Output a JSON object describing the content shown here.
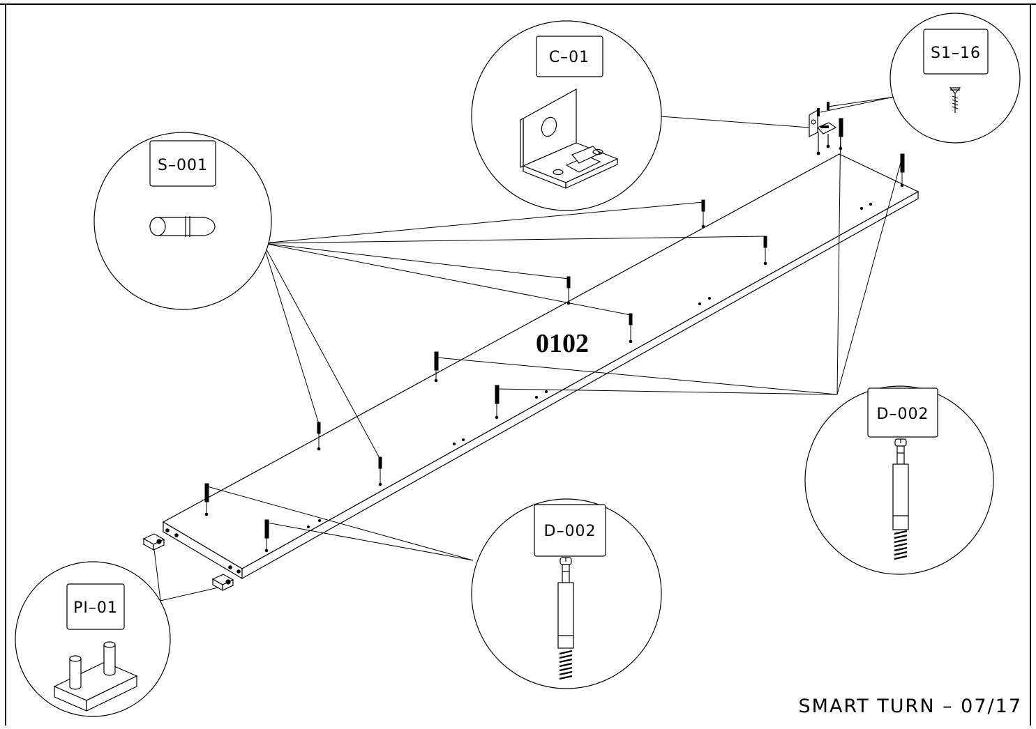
{
  "part_label": "0102",
  "footer_text": "SMART TURN  –  07/17",
  "callouts": {
    "c01": "C–01",
    "s116": "S1–16",
    "s001": "S–001",
    "d002_right": "D–002",
    "d002_bottom": "D–002",
    "pi01": "PI–01"
  },
  "colors": {
    "ink": "#000000",
    "paper": "#ffffff"
  }
}
